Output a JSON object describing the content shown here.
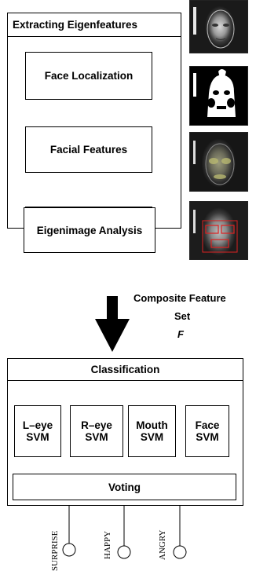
{
  "extraction": {
    "title": "Extracting Eigenfeatures",
    "steps": [
      "Face Localization",
      "Facial Features",
      "Eigenimage Analysis"
    ]
  },
  "composite": {
    "line1": "Composite Feature",
    "line2": "Set",
    "symbol": "F"
  },
  "classification": {
    "title": "Classification",
    "svms": [
      {
        "line1": "L–eye",
        "line2": "SVM"
      },
      {
        "line1": "R–eye",
        "line2": "SVM"
      },
      {
        "line1": "Mouth",
        "line2": "SVM"
      },
      {
        "line1": "Face",
        "line2": "SVM"
      }
    ],
    "voting": "Voting"
  },
  "outputs": [
    "SURPRISE",
    "HAPPY",
    "ANGRY"
  ],
  "images": [
    {
      "icon": "face-grayscale-image"
    },
    {
      "icon": "face-thresholded-image"
    },
    {
      "icon": "face-features-highlight-image"
    },
    {
      "icon": "face-eigen-regions-image"
    }
  ]
}
